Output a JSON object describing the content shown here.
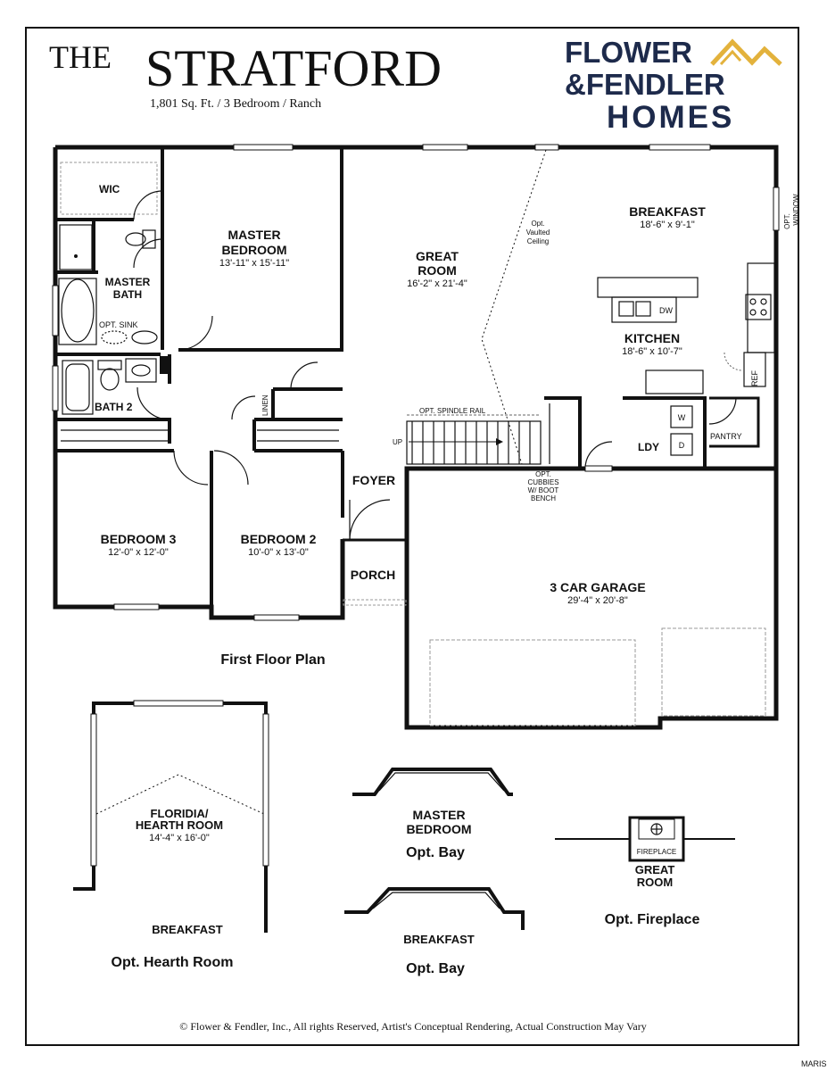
{
  "header": {
    "title_the": "THE",
    "title_name": "STRATFORD",
    "subtitle": "1,801 Sq. Ft. / 3 Bedroom / Ranch"
  },
  "brand": {
    "line1": "FLOWER",
    "line2": "&FENDLER",
    "line3": "HOMES",
    "navy": "#1d2a4b",
    "gold": "#e3b23c"
  },
  "rooms": {
    "wic": "WIC",
    "master_bedroom": "MASTER",
    "master_bedroom_2": "BEDROOM",
    "master_bedroom_dim": "13'-11\" x 15'-11\"",
    "master_bath": "MASTER",
    "master_bath_2": "BATH",
    "opt_sink": "OPT. SINK",
    "bath2": "BATH 2",
    "linen": "LINEN",
    "great_room": "GREAT",
    "great_room_2": "ROOM",
    "great_room_dim": "16'-2\" x 21'-4\"",
    "vaulted_1": "Opt.",
    "vaulted_2": "Vaulted",
    "vaulted_3": "Ceiling",
    "breakfast": "BREAKFAST",
    "breakfast_dim": "18'-6\" x 9'-1\"",
    "opt_window_1": "OPT.",
    "opt_window_2": "WINDOW",
    "kitchen": "KITCHEN",
    "kitchen_dim": "18'-6\" x 10'-7\"",
    "dw": "DW",
    "ref": "REF",
    "pantry": "PANTRY",
    "ldy": "LDY",
    "washer": "W",
    "dryer": "D",
    "spindle": "OPT. SPINDLE RAIL",
    "up": "UP",
    "cubbies_1": "OPT.",
    "cubbies_2": "CUBBIES",
    "cubbies_3": "W/ BOOT",
    "cubbies_4": "BENCH",
    "foyer": "FOYER",
    "porch": "PORCH",
    "bedroom3": "BEDROOM 3",
    "bedroom3_dim": "12'-0\" x 12'-0\"",
    "bedroom2": "BEDROOM 2",
    "bedroom2_dim": "10'-0\" x 13'-0\"",
    "garage": "3 CAR GARAGE",
    "garage_dim": "29'-4\" x 20'-8\""
  },
  "first_floor_label": "First Floor Plan",
  "options": {
    "hearth_1": "FLORIDIA/",
    "hearth_2": "HEARTH ROOM",
    "hearth_dim": "14'-4\" x 16'-0\"",
    "hearth_breakfast": "BREAKFAST",
    "hearth_caption": "Opt. Hearth Room",
    "mbay_1": "MASTER",
    "mbay_2": "BEDROOM",
    "mbay_caption": "Opt. Bay",
    "bbay_label": "BREAKFAST",
    "bbay_caption": "Opt. Bay",
    "fireplace_label": "FIREPLACE",
    "fp_room_1": "GREAT",
    "fp_room_2": "ROOM",
    "fp_caption": "Opt. Fireplace"
  },
  "footer": "© Flower & Fendler, Inc., All rights Reserved, Artist's Conceptual Rendering, Actual Construction May Vary",
  "watermark": "MARIS"
}
